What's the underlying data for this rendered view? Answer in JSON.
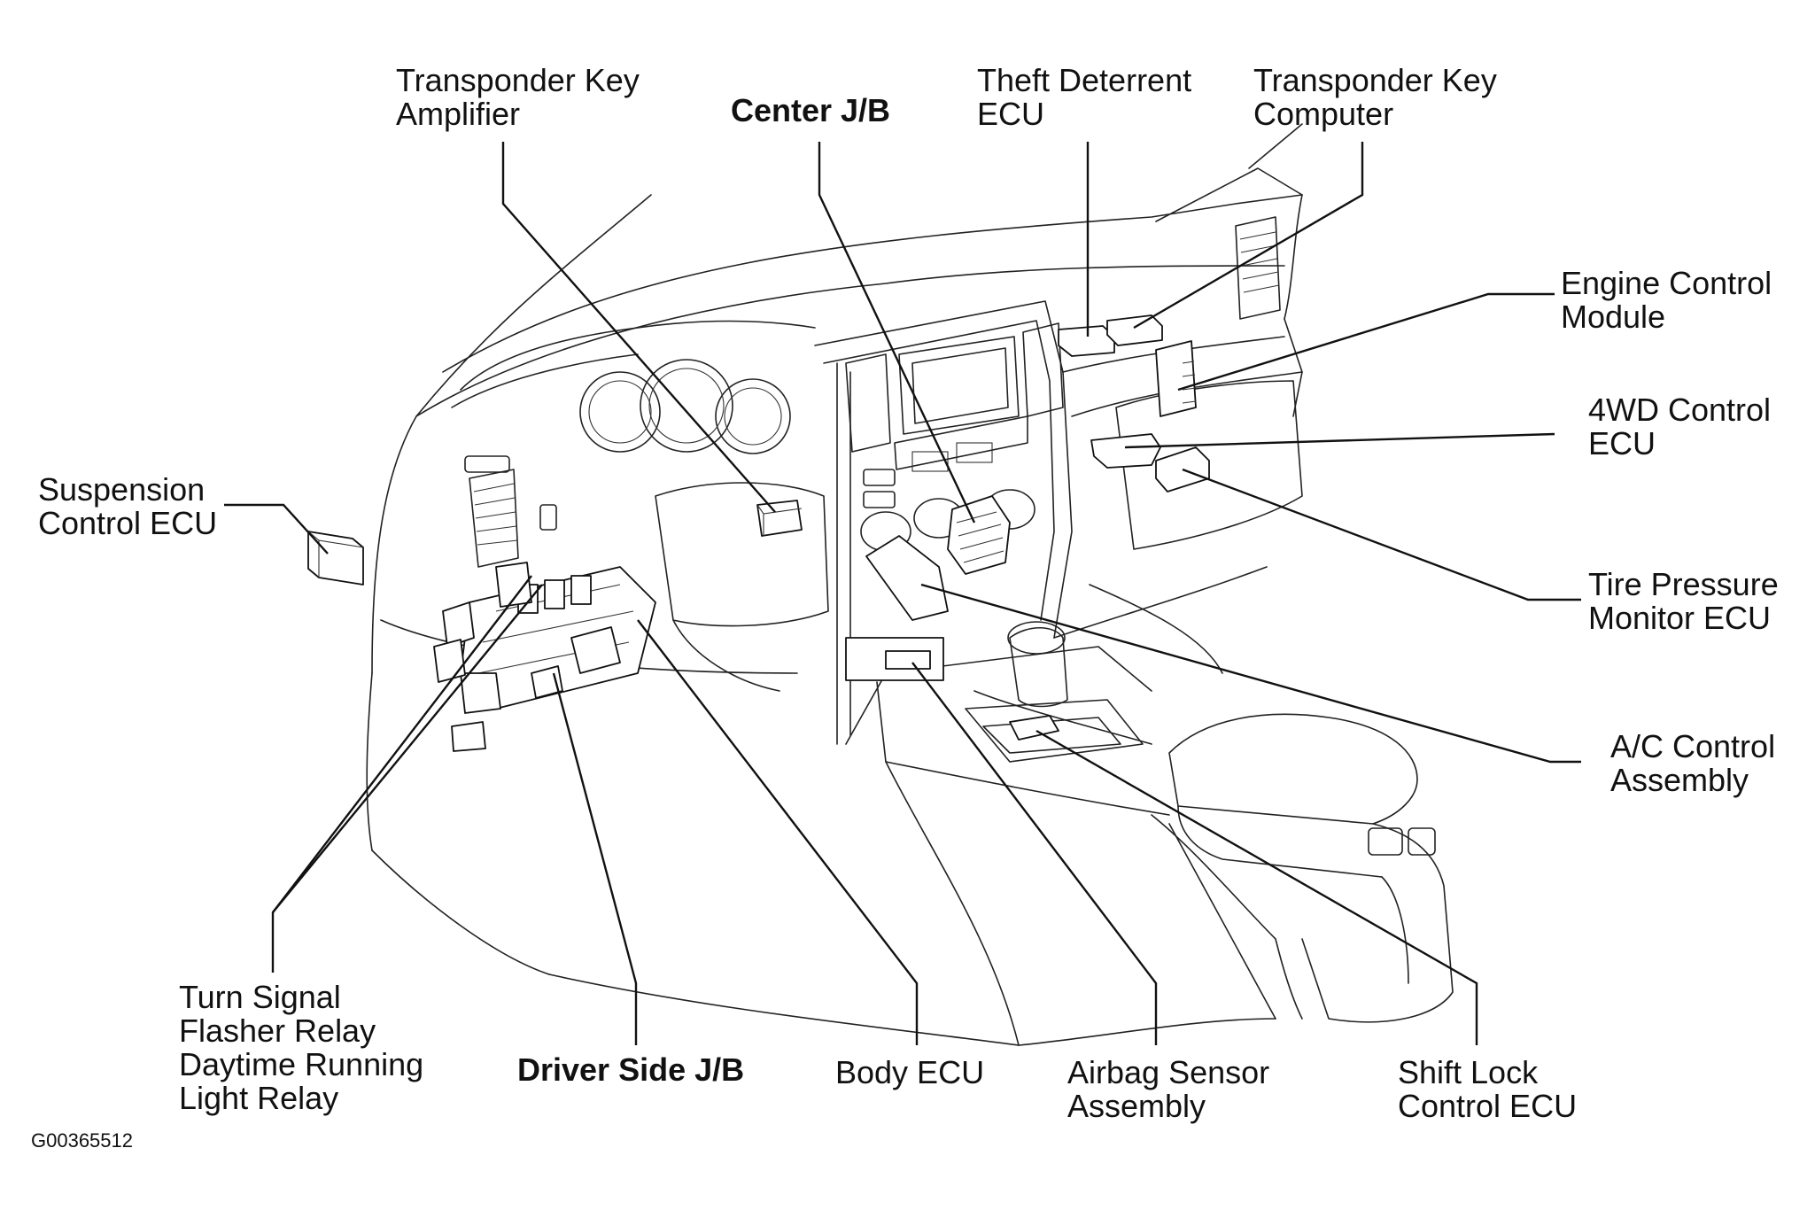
{
  "labels": {
    "transponder_key_amplifier": [
      "Transponder Key",
      "Amplifier"
    ],
    "center_jb": [
      "Center J/B"
    ],
    "theft_deterrent_ecu": [
      "Theft Deterrent",
      "ECU"
    ],
    "transponder_key_computer": [
      "Transponder Key",
      "Computer"
    ],
    "engine_control_module": [
      "Engine Control",
      "Module"
    ],
    "fwd_control_ecu": [
      "4WD Control",
      "ECU"
    ],
    "suspension_control_ecu": [
      "Suspension",
      "Control ECU"
    ],
    "tire_pressure_monitor_ecu": [
      "Tire Pressure",
      "Monitor ECU"
    ],
    "ac_control_assembly": [
      "A/C Control",
      "Assembly"
    ],
    "turn_signal_flasher_relay": [
      "Turn Signal",
      "Flasher Relay",
      "Daytime Running",
      "Light Relay"
    ],
    "driver_side_jb": [
      "Driver Side J/B"
    ],
    "body_ecu": [
      "Body ECU"
    ],
    "airbag_sensor_assembly": [
      "Airbag Sensor",
      "Assembly"
    ],
    "shift_lock_control_ecu": [
      "Shift Lock",
      "Control ECU"
    ]
  },
  "figure_code": "G00365512"
}
